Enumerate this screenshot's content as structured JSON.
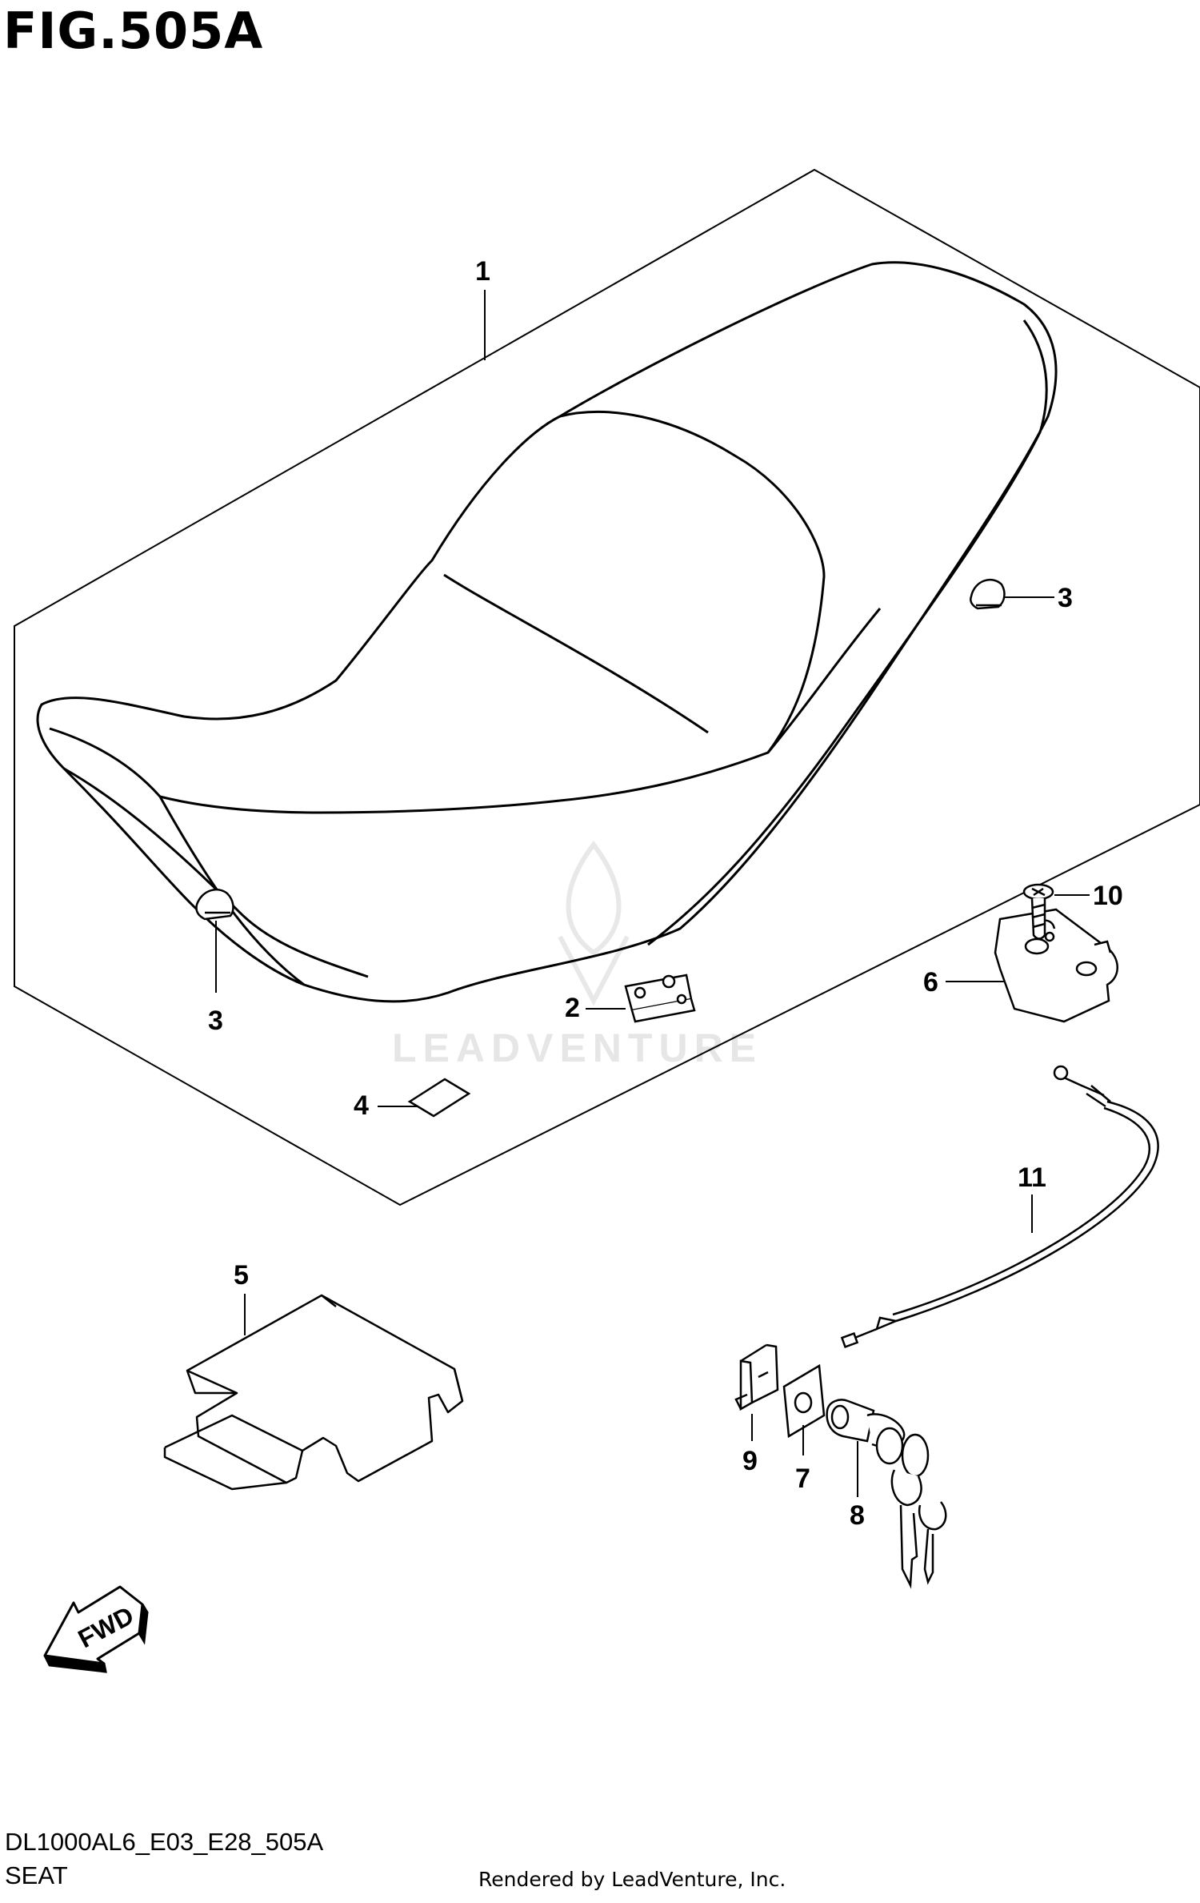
{
  "figure": {
    "title": "FIG.505A",
    "code": "DL1000AL6_E03_E28_505A",
    "section": "SEAT",
    "rendered_by": "Rendered by LeadVenture, Inc.",
    "watermark": "LEADVENTURE",
    "fwd_label": "FWD"
  },
  "callouts": [
    "1",
    "2",
    "3",
    "3",
    "4",
    "5",
    "6",
    "7",
    "8",
    "9",
    "10",
    "11"
  ]
}
